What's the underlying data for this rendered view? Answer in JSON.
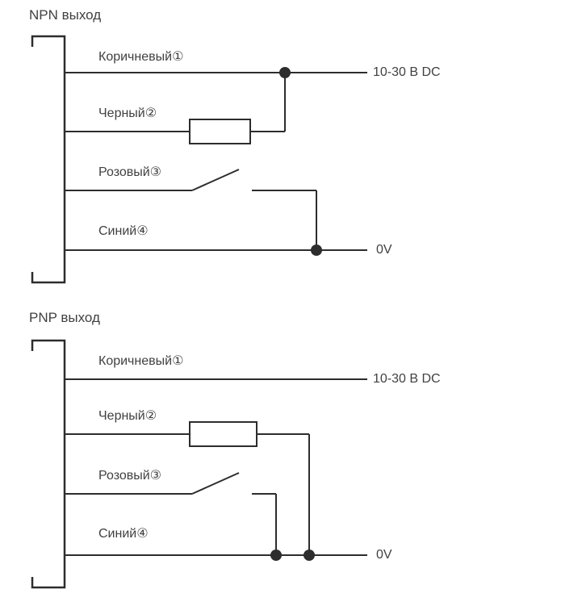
{
  "colors": {
    "line": "#2d2d2d",
    "text": "#414141",
    "background": "#ffffff"
  },
  "diagrams": [
    {
      "id": "npn",
      "title": "NPN выход",
      "wires": [
        {
          "label": "Коричневый①",
          "terminal": "10-30 В DC"
        },
        {
          "label": "Черный②",
          "symbol": "resistor-box"
        },
        {
          "label": "Розовый③",
          "symbol": "switch-contact"
        },
        {
          "label": "Синий④",
          "terminal": "0V"
        }
      ]
    },
    {
      "id": "pnp",
      "title": "PNP выход",
      "wires": [
        {
          "label": "Коричневый①",
          "terminal": "10-30 В DC"
        },
        {
          "label": "Черный②",
          "symbol": "resistor-box"
        },
        {
          "label": "Розовый③",
          "symbol": "switch-contact"
        },
        {
          "label": "Синий④",
          "terminal": "0V"
        }
      ]
    }
  ]
}
